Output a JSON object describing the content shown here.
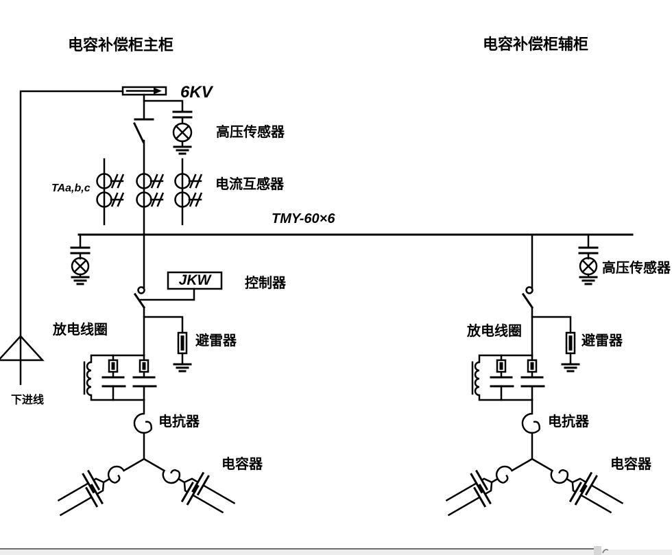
{
  "page": {
    "background": "#ffffff",
    "line_color": "#000000"
  },
  "titles": {
    "main_cabinet": "电容补偿柜主柜",
    "aux_cabinet": "电容补偿柜辅柜"
  },
  "bus": {
    "voltage_label": "6KV",
    "busbar_spec": "TMY-60×6"
  },
  "incoming": {
    "label": "下进线"
  },
  "instruments": {
    "hv_sensor_main": "高压传感器",
    "ct_tag": "TAa,b,c",
    "ct_label": "电流互感器",
    "hv_sensor_aux": "高压传感器"
  },
  "controller": {
    "box_label": "JKW",
    "label": "控制器"
  },
  "main_cabinet": {
    "discharge_coil": "放电线圈",
    "arrester": "避雷器",
    "reactor": "电抗器",
    "capacitor": "电容器"
  },
  "aux_cabinet": {
    "discharge_coil": "放电线圈",
    "arrester": "避雷器",
    "reactor": "电抗器",
    "capacitor": "电容器"
  },
  "statusbar": {
    "fill": "#ededed",
    "line_color": "#6f6f6f"
  }
}
